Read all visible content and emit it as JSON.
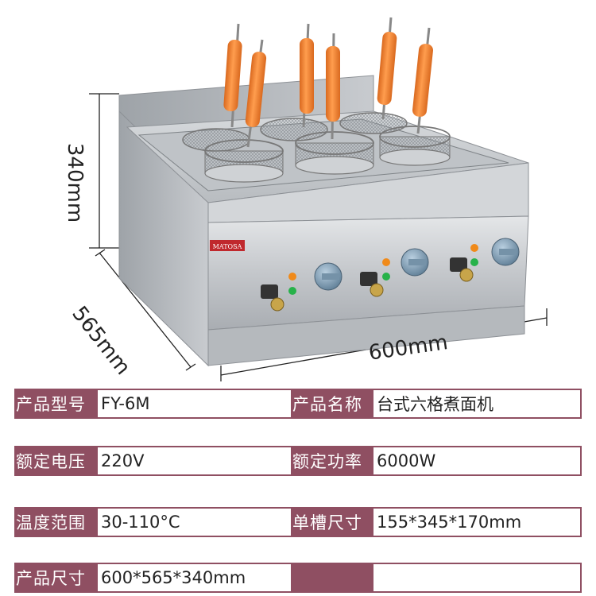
{
  "dimensions": {
    "height": "340mm",
    "depth": "565mm",
    "width": "600mm"
  },
  "brand_label": "MATOSA",
  "specs": [
    {
      "label1": "产品型号",
      "value1": "FY-6M",
      "label2": "产品名称",
      "value2": "台式六格煮面机"
    },
    {
      "label1": "额定电压",
      "value1": "220V",
      "label2": "额定功率",
      "value2": "6000W"
    },
    {
      "label1": "温度范围",
      "value1": "30-110°C",
      "label2": "单槽尺寸",
      "value2": "155*345*170mm"
    },
    {
      "label1": "产品尺寸",
      "value1": "600*565*340mm",
      "label2": "",
      "value2": ""
    }
  ],
  "colors": {
    "label_bg": "#8f4f62",
    "handle_orange": "#f08a3a",
    "steel": "#c9ccd0"
  }
}
